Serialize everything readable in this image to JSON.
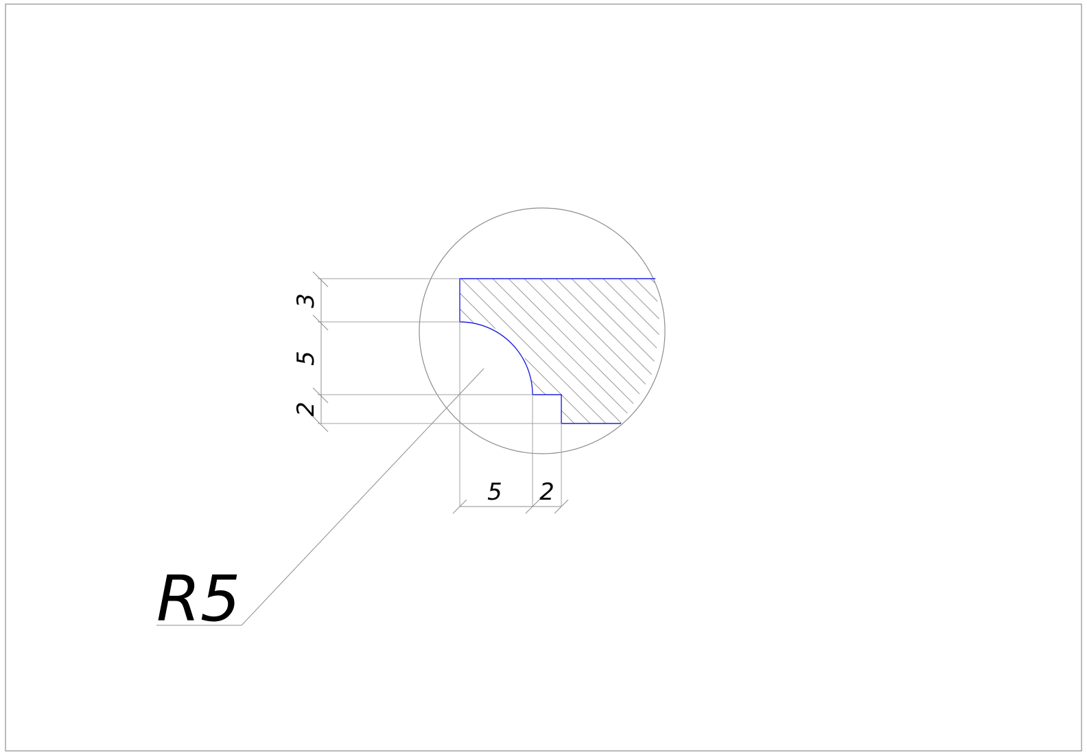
{
  "colors": {
    "background": "#ffffff",
    "frame": "#8c8c8c",
    "thin_line": "#a0a0a0",
    "contour": "#1f1fe0",
    "hatch": "#9a9a9a",
    "text": "#000000"
  },
  "dimensions": {
    "vertical": [
      {
        "label": "3"
      },
      {
        "label": "5"
      },
      {
        "label": "2"
      }
    ],
    "horizontal": [
      {
        "label": "5"
      },
      {
        "label": "2"
      }
    ]
  },
  "callout": {
    "label": "R5"
  }
}
